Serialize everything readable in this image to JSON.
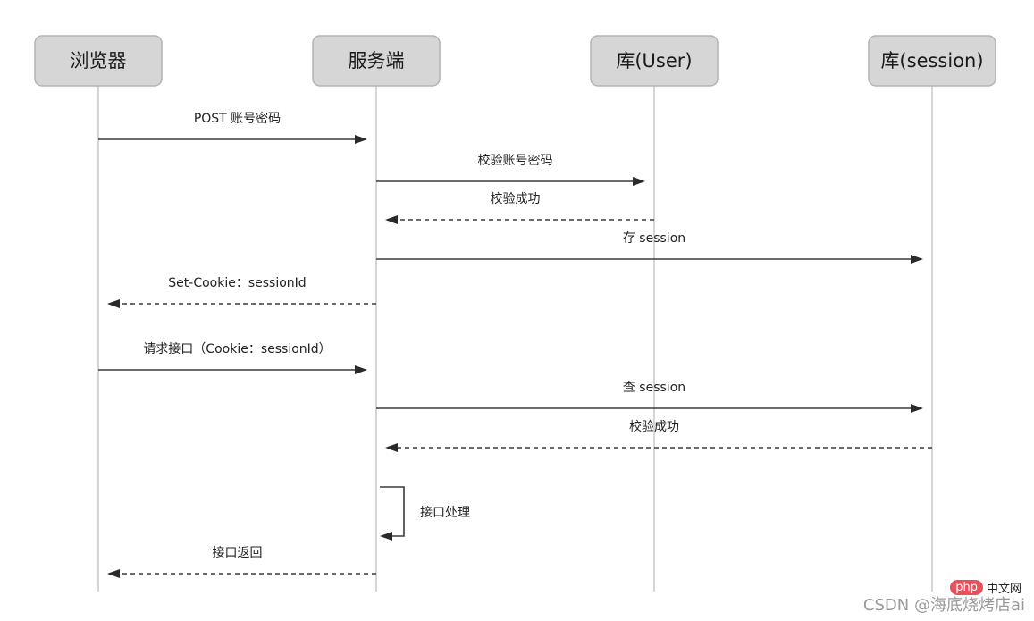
{
  "actors": [
    {
      "id": "browser",
      "label": "浏览器"
    },
    {
      "id": "server",
      "label": "服务端"
    },
    {
      "id": "user_db",
      "label": "库(User)"
    },
    {
      "id": "session_db",
      "label": "库(session)"
    }
  ],
  "messages": [
    {
      "label": "POST 账号密码",
      "from": "browser",
      "to": "server",
      "style": "solid"
    },
    {
      "label": "校验账号密码",
      "from": "server",
      "to": "user_db",
      "style": "solid"
    },
    {
      "label": "校验成功",
      "from": "user_db",
      "to": "server",
      "style": "dashed"
    },
    {
      "label": "存 session",
      "from": "server",
      "to": "session_db",
      "style": "solid"
    },
    {
      "label": "Set-Cookie：sessionId",
      "from": "server",
      "to": "browser",
      "style": "dashed"
    },
    {
      "label": "请求接口（Cookie：sessionId）",
      "from": "browser",
      "to": "server",
      "style": "solid"
    },
    {
      "label": "查 session",
      "from": "server",
      "to": "session_db",
      "style": "solid"
    },
    {
      "label": "校验成功",
      "from": "session_db",
      "to": "server",
      "style": "dashed"
    },
    {
      "label": "接口处理",
      "from": "server",
      "to": "server",
      "style": "self"
    },
    {
      "label": "接口返回",
      "from": "server",
      "to": "browser",
      "style": "dashed"
    }
  ],
  "watermark": {
    "logo": "php",
    "site": "中文网",
    "text": "CSDN @海底烧烤店ai"
  }
}
